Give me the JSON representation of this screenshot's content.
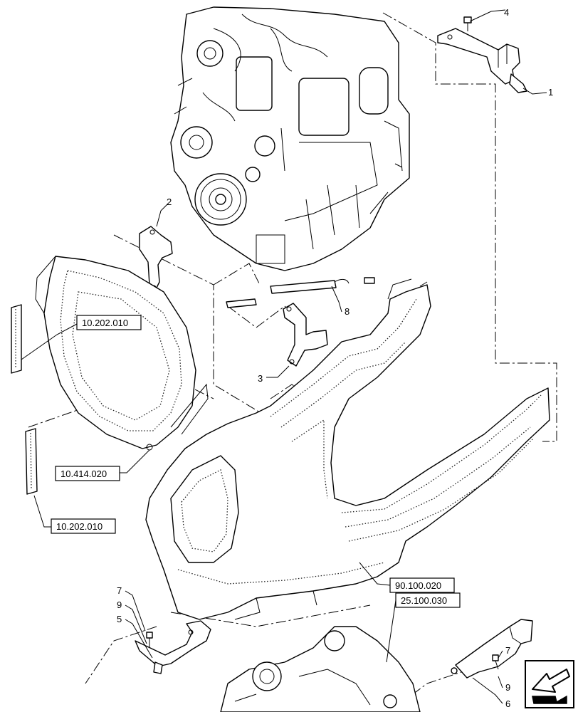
{
  "callouts": [
    {
      "id": "c4",
      "text": "4"
    },
    {
      "id": "c1",
      "text": "1"
    },
    {
      "id": "c2",
      "text": "2"
    },
    {
      "id": "c8",
      "text": "8"
    },
    {
      "id": "c3",
      "text": "3"
    },
    {
      "id": "c7a",
      "text": "7"
    },
    {
      "id": "c9a",
      "text": "9"
    },
    {
      "id": "c5",
      "text": "5"
    },
    {
      "id": "c7b",
      "text": "7"
    },
    {
      "id": "c9b",
      "text": "9"
    },
    {
      "id": "c6",
      "text": "6"
    }
  ],
  "references": [
    {
      "id": "r1",
      "text": "10.202.010"
    },
    {
      "id": "r2",
      "text": "10.414.020"
    },
    {
      "id": "r3",
      "text": "10.202.010"
    },
    {
      "id": "r4",
      "text": "90.100.020"
    },
    {
      "id": "r5",
      "text": "25.100.030"
    }
  ],
  "icon": "page-turn-arrow-icon"
}
